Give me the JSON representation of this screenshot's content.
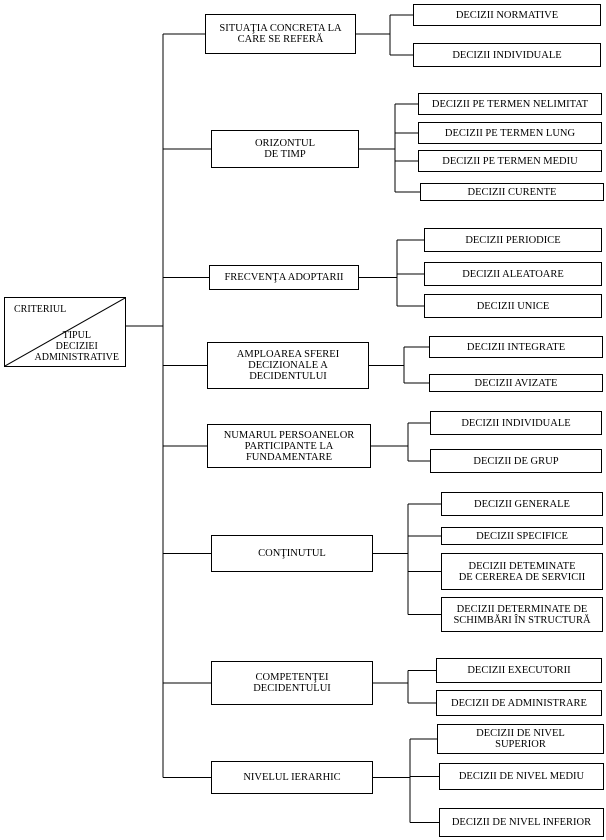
{
  "root": {
    "top_label": "CRITERIUL",
    "bottom_label": "TIPUL\nDECIZIEI\nADMINISTRATIVE"
  },
  "criteria": [
    {
      "label": "SITUAŢIA CONCRETA LA\nCARE SE REFERĂ",
      "children": [
        "DECIZII NORMATIVE",
        "DECIZII INDIVIDUALE"
      ]
    },
    {
      "label": "ORIZONTUL\nDE TIMP",
      "children": [
        "DECIZII PE TERMEN NELIMITAT",
        "DECIZII PE TERMEN LUNG",
        "DECIZII PE TERMEN MEDIU",
        "DECIZII CURENTE"
      ]
    },
    {
      "label": "FRECVENŢA ADOPTARII",
      "children": [
        "DECIZII PERIODICE",
        "DECIZII ALEATOARE",
        "DECIZII UNICE"
      ]
    },
    {
      "label": "AMPLOAREA SFEREI\nDECIZIONALE A\nDECIDENTULUI",
      "children": [
        "DECIZII INTEGRATE",
        "DECIZII AVIZATE"
      ]
    },
    {
      "label": "NUMARUL PERSOANELOR\nPARTICIPANTE LA\nFUNDAMENTARE",
      "children": [
        "DECIZII INDIVIDUALE",
        "DECIZII DE GRUP"
      ]
    },
    {
      "label": "CONŢINUTUL",
      "children": [
        "DECIZII GENERALE",
        "DECIZII SPECIFICE",
        "DECIZII DETEMINATE\nDE CEREREA DE SERVICII",
        "DECIZII DETERMINATE DE\nSCHIMBĂRI ÎN STRUCTURĂ"
      ]
    },
    {
      "label": "COMPETENŢEI\nDECIDENTULUI",
      "children": [
        "DECIZII EXECUTORII",
        "DECIZII DE ADMINISTRARE"
      ]
    },
    {
      "label": "NIVELUL IERARHIC",
      "children": [
        "DECIZII DE NIVEL\nSUPERIOR",
        "DECIZII DE NIVEL MEDIU",
        "DECIZII DE NIVEL INFERIOR"
      ]
    }
  ]
}
